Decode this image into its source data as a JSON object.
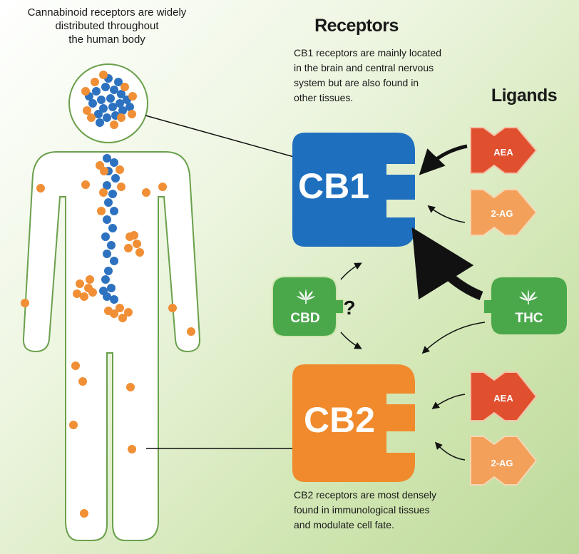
{
  "caption": {
    "body_distribution": [
      "Cannabinoid receptors are widely",
      "distributed throughout",
      "the human body"
    ]
  },
  "receptors": {
    "heading": "Receptors",
    "cb1_label": "CB1",
    "cb1_description": [
      "CB1 receptors are mainly located",
      "in the brain and central nervous",
      "system but are also found in",
      "other tissues."
    ],
    "cb2_label": "CB2",
    "cb2_description": [
      "CB2 receptors are most densely",
      "found in immunological tissues",
      "and modulate cell fate."
    ]
  },
  "ligands": {
    "heading": "Ligands",
    "aea_label": "AEA",
    "two_ag_label": "2-AG",
    "cbd_label": "CBD",
    "thc_label": "THC",
    "unknown_marker": "?"
  },
  "colors": {
    "cb1": "#1f6fbf",
    "cb2": "#f08a2c",
    "aea": "#e04f2e",
    "two_ag": "#f2a05a",
    "cannabinoid_green": "#4aa84a",
    "dot_blue": "#2d72c0",
    "dot_orange": "#f08f35",
    "arrow": "#111111"
  },
  "icons": {
    "cannabis_leaf": "cannabis-leaf-icon",
    "connector": "line"
  }
}
